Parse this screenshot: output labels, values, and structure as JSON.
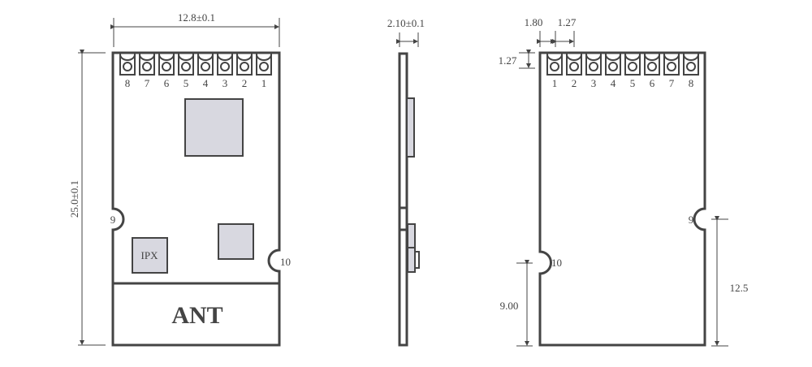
{
  "front_view": {
    "width_dim": "12.8±0.1",
    "height_dim": "25.0±0.1",
    "pins": [
      "8",
      "7",
      "6",
      "5",
      "4",
      "3",
      "2",
      "1"
    ],
    "side_pin_left": "9",
    "side_pin_right": "10",
    "connector_label": "IPX",
    "antenna_label": "ANT"
  },
  "side_view": {
    "thickness_dim": "2.10±0.1"
  },
  "back_view": {
    "edge_to_pad_dim": "1.80",
    "pitch_dim": "1.27",
    "pad_height_dim": "1.27",
    "pins": [
      "1",
      "2",
      "3",
      "4",
      "5",
      "6",
      "7",
      "8"
    ],
    "side_pin_right": "9",
    "side_pin_left": "10",
    "pin10_height_dim": "9.00",
    "pin9_height_dim": "12.5"
  }
}
